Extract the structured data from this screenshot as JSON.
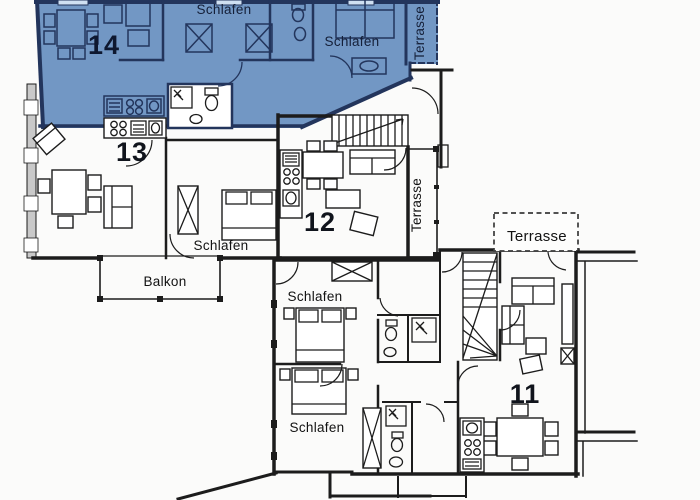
{
  "document_type": "apartment floor plan",
  "colors": {
    "wall": "#1c1c1c",
    "hwall": "#23355c",
    "hfill": "#7297c4",
    "bg": "#fbfbfa",
    "ink": "#121212",
    "hink": "#141f38"
  },
  "plan": {
    "apartments": [
      {
        "number": "14",
        "highlighted": true
      },
      {
        "number": "13",
        "highlighted": false
      },
      {
        "number": "12",
        "highlighted": false
      },
      {
        "number": "11",
        "highlighted": false
      }
    ],
    "room_labels": {
      "apt14_bedroom_left": "Schlafen",
      "apt14_bedroom_right": "Schlafen",
      "apt14_terrace": "Terrasse",
      "apt13_bedroom": "Schlafen",
      "apt13_balcony": "Balkon",
      "apt12_terrace": "Terrasse",
      "mid_bedroom_upper": "Schlafen",
      "mid_bedroom_lower": "Schlafen",
      "apt11_terrace": "Terrasse"
    }
  }
}
